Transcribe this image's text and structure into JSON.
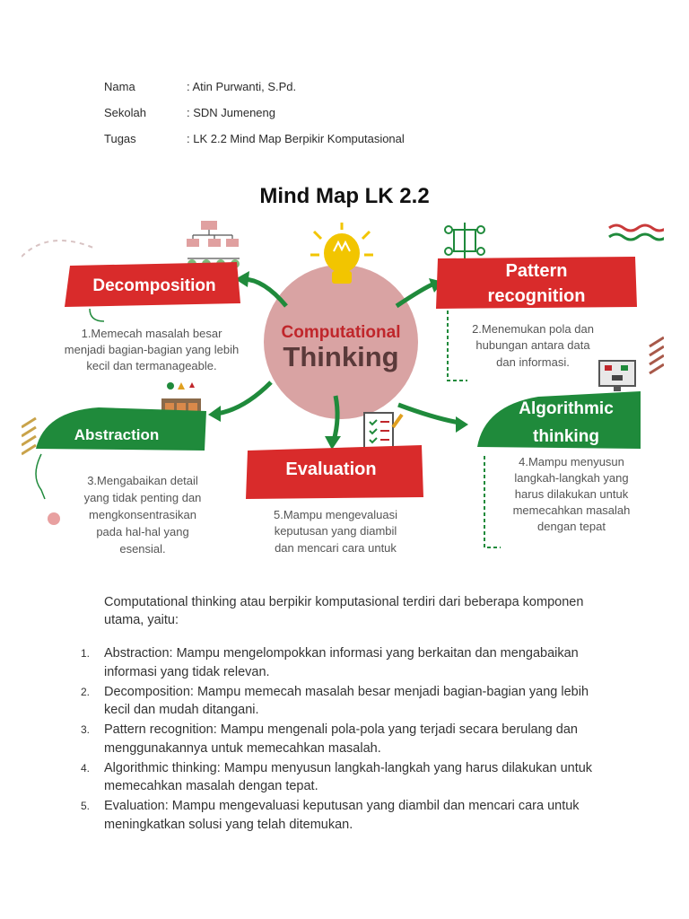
{
  "header": {
    "rows": [
      {
        "label": "Nama",
        "value": ": Atin Purwanti, S.Pd."
      },
      {
        "label": "Sekolah",
        "value": ": SDN Jumeneng"
      },
      {
        "label": "Tugas",
        "value": ": LK 2.2 Mind Map Berpikir Komputasional"
      }
    ]
  },
  "title": "Mind Map LK 2.2",
  "mindmap": {
    "center": {
      "line1": "Computational",
      "line2": "Thinking"
    },
    "decomposition": {
      "label": "Decomposition",
      "desc": [
        "1.Memecah masalah besar",
        "menjadi bagian-bagian yang lebih",
        "kecil dan termanageable."
      ]
    },
    "pattern": {
      "label1": "Pattern",
      "label2": "recognition",
      "desc": [
        "2.Menemukan pola dan",
        "hubungan antara data",
        "dan informasi."
      ]
    },
    "abstraction": {
      "label": "Abstraction",
      "desc": [
        "3.Mengabaikan detail",
        "yang tidak penting dan",
        "mengkonsentrasikan",
        "pada hal-hal yang",
        "esensial."
      ]
    },
    "evaluation": {
      "label": "Evaluation",
      "desc": [
        "5.Mampu mengevaluasi",
        "keputusan yang diambil",
        "dan mencari cara untuk"
      ]
    },
    "algorithmic": {
      "label1": "Algorithmic",
      "label2": "thinking",
      "desc": [
        "4.Mampu menyusun",
        "langkah-langkah yang",
        "harus dilakukan untuk",
        "memecahkan masalah",
        "dengan tepat"
      ]
    },
    "colors": {
      "red": "#d92b2b",
      "green": "#1f8a3b",
      "pink": "#d9a3a3",
      "bulb": "#f2c500"
    }
  },
  "intro": "Computational thinking atau berpikir komputasional terdiri dari beberapa komponen utama, yaitu:",
  "list": [
    {
      "num": "1.",
      "text": "Abstraction: Mampu mengelompokkan informasi yang berkaitan dan mengabaikan informasi yang tidak relevan."
    },
    {
      "num": "2.",
      "text": "Decomposition: Mampu memecah masalah besar menjadi bagian-bagian yang lebih kecil dan mudah ditangani."
    },
    {
      "num": "3.",
      "text": "Pattern recognition: Mampu mengenali pola-pola yang terjadi secara berulang dan menggunakannya untuk memecahkan masalah."
    },
    {
      "num": "4.",
      "text": "Algorithmic thinking: Mampu menyusun langkah-langkah yang harus dilakukan untuk memecahkan masalah dengan tepat."
    },
    {
      "num": "5.",
      "text": "Evaluation: Mampu mengevaluasi keputusan yang diambil dan mencari cara untuk meningkatkan solusi yang telah ditemukan."
    }
  ]
}
